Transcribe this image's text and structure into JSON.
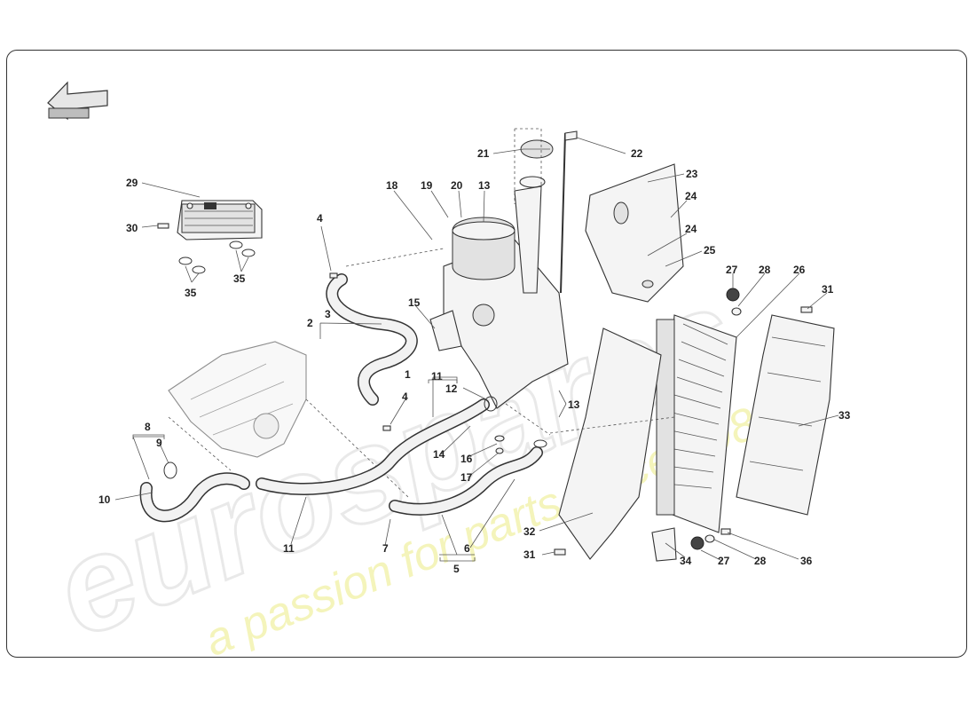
{
  "diagram": {
    "watermark": {
      "brand": "eurospares",
      "tagline": "a passion for parts since 1985"
    },
    "navigation": {
      "arrow_icon": "back-arrow-icon"
    },
    "callouts": [
      {
        "id": "c29",
        "text": "29"
      },
      {
        "id": "c30",
        "text": "30"
      },
      {
        "id": "c35a",
        "text": "35"
      },
      {
        "id": "c35b",
        "text": "35"
      },
      {
        "id": "c4a",
        "text": "4"
      },
      {
        "id": "c2",
        "text": "2"
      },
      {
        "id": "c3",
        "text": "3"
      },
      {
        "id": "c18",
        "text": "18"
      },
      {
        "id": "c19",
        "text": "19"
      },
      {
        "id": "c20",
        "text": "20"
      },
      {
        "id": "c13a",
        "text": "13"
      },
      {
        "id": "c21",
        "text": "21"
      },
      {
        "id": "c22",
        "text": "22"
      },
      {
        "id": "c23",
        "text": "23"
      },
      {
        "id": "c24a",
        "text": "24"
      },
      {
        "id": "c24b",
        "text": "24"
      },
      {
        "id": "c25",
        "text": "25"
      },
      {
        "id": "c27a",
        "text": "27"
      },
      {
        "id": "c28a",
        "text": "28"
      },
      {
        "id": "c26",
        "text": "26"
      },
      {
        "id": "c31a",
        "text": "31"
      },
      {
        "id": "c15",
        "text": "15"
      },
      {
        "id": "c1",
        "text": "1"
      },
      {
        "id": "c11a",
        "text": "11"
      },
      {
        "id": "c12",
        "text": "12"
      },
      {
        "id": "c13b",
        "text": "13"
      },
      {
        "id": "c4b",
        "text": "4"
      },
      {
        "id": "c33",
        "text": "33"
      },
      {
        "id": "c8",
        "text": "8"
      },
      {
        "id": "c9",
        "text": "9"
      },
      {
        "id": "c10",
        "text": "10"
      },
      {
        "id": "c14",
        "text": "14"
      },
      {
        "id": "c16",
        "text": "16"
      },
      {
        "id": "c17",
        "text": "17"
      },
      {
        "id": "c11b",
        "text": "11"
      },
      {
        "id": "c7",
        "text": "7"
      },
      {
        "id": "c6",
        "text": "6"
      },
      {
        "id": "c5",
        "text": "5"
      },
      {
        "id": "c32",
        "text": "32"
      },
      {
        "id": "c31b",
        "text": "31"
      },
      {
        "id": "c34",
        "text": "34"
      },
      {
        "id": "c27b",
        "text": "27"
      },
      {
        "id": "c28b",
        "text": "28"
      },
      {
        "id": "c36",
        "text": "36"
      }
    ]
  }
}
